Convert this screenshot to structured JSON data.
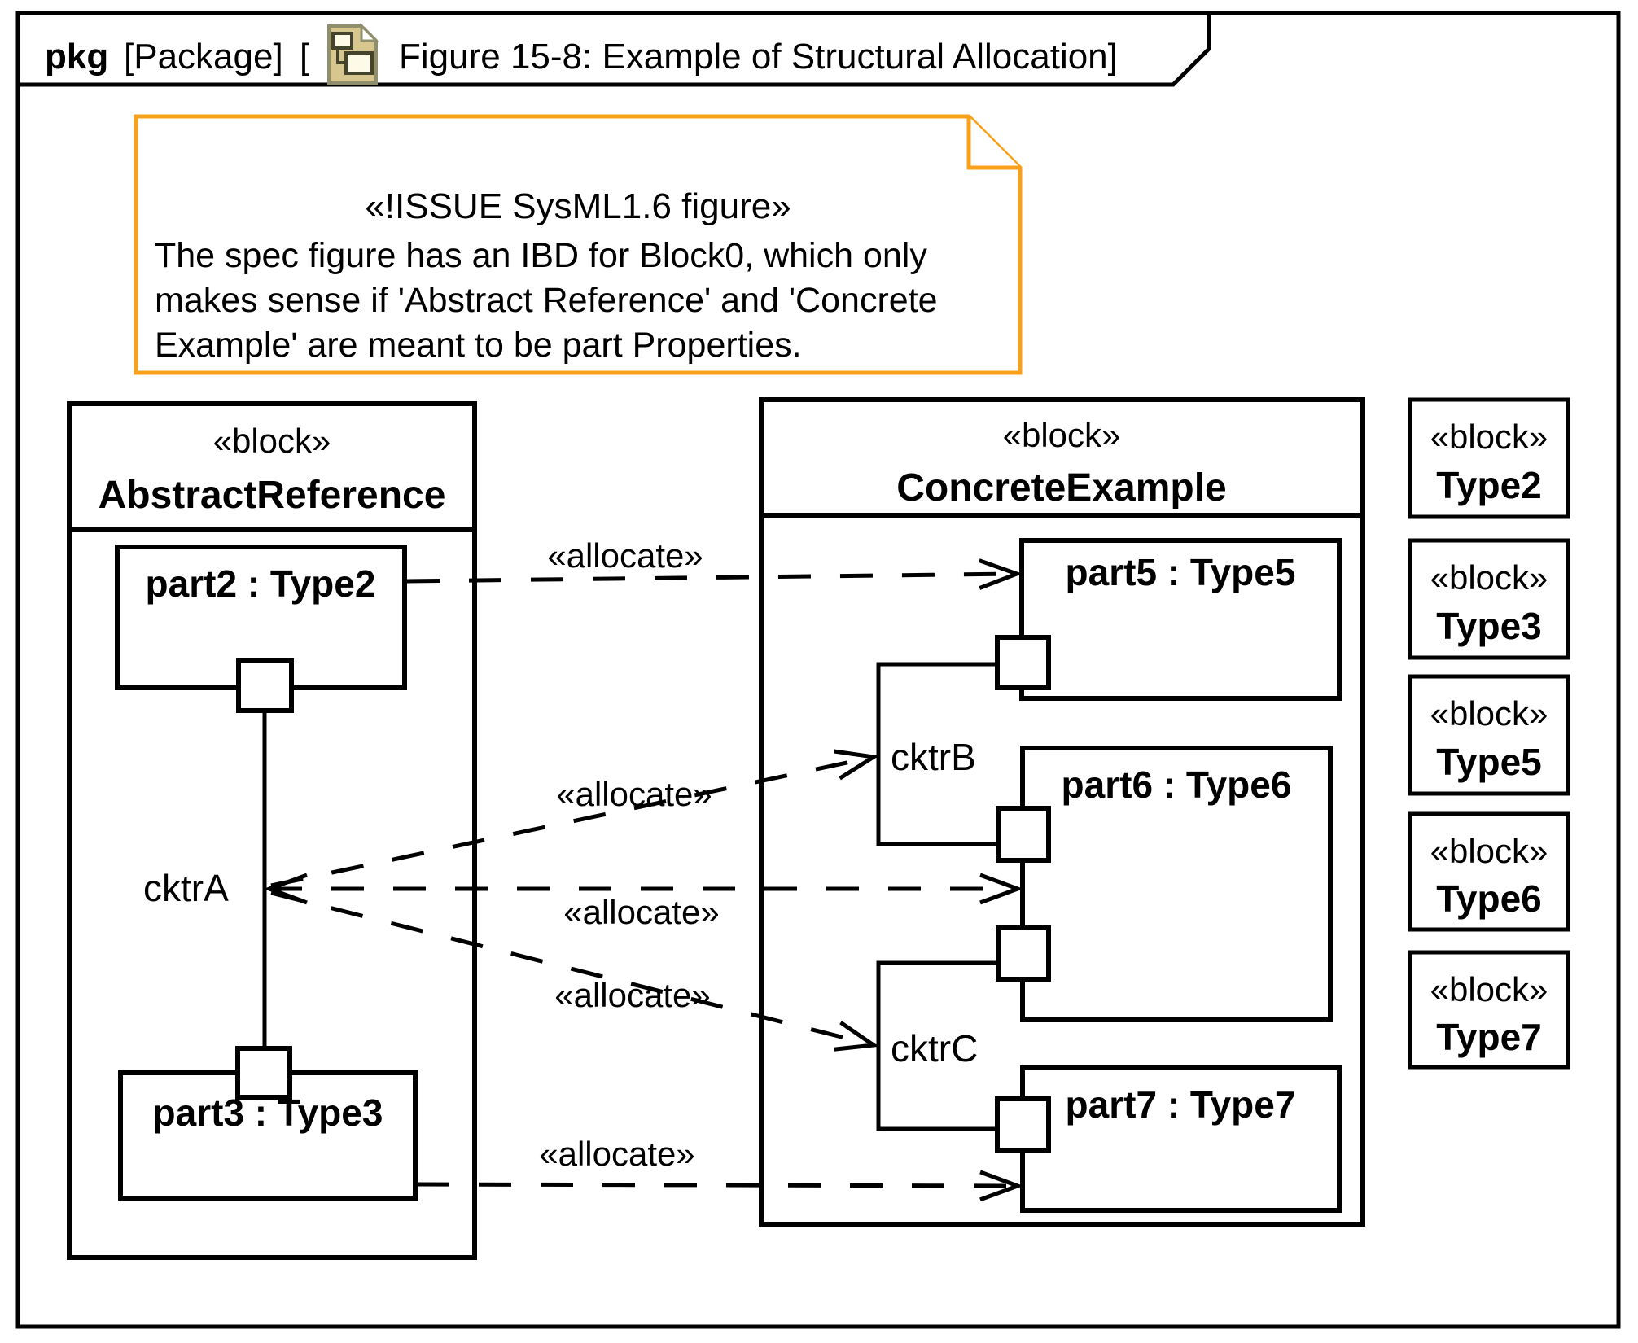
{
  "frame": {
    "tab": {
      "keyword": "pkg",
      "package_label": "[Package]",
      "bracket": "[",
      "title": "Figure 15-8: Example of Structural Allocation]"
    }
  },
  "note": {
    "stereotype": "«!ISSUE SysML1.6 figure»",
    "lines": [
      "The spec figure has an IBD for Block0, which only",
      "makes sense if 'Abstract Reference' and 'Concrete",
      "Example' are meant to be part Properties."
    ]
  },
  "blocks": {
    "abstract_reference": {
      "keyword": "«block»",
      "name": "AbstractReference",
      "part2": "part2 : Type2",
      "part3": "part3 : Type3",
      "connector": "cktrA"
    },
    "concrete_example": {
      "keyword": "«block»",
      "name": "ConcreteExample",
      "part5": "part5 : Type5",
      "part6": "part6 : Type6",
      "part7": "part7 : Type7",
      "cktrB": "cktrB",
      "cktrC": "cktrC"
    }
  },
  "type_blocks": [
    {
      "keyword": "«block»",
      "name": "Type2"
    },
    {
      "keyword": "«block»",
      "name": "Type3"
    },
    {
      "keyword": "«block»",
      "name": "Type5"
    },
    {
      "keyword": "«block»",
      "name": "Type6"
    },
    {
      "keyword": "«block»",
      "name": "Type7"
    }
  ],
  "allocations": [
    "«allocate»",
    "«allocate»",
    "«allocate»",
    "«allocate»",
    "«allocate»"
  ],
  "colors": {
    "note_border": "#F9A11B",
    "note_title": "#F9A11B",
    "line": "#000000",
    "icon_tan": "#D8C68F",
    "icon_edge": "#8F8F6E",
    "icon_paper": "#FDFBE8",
    "icon_ink": "#44442C"
  }
}
